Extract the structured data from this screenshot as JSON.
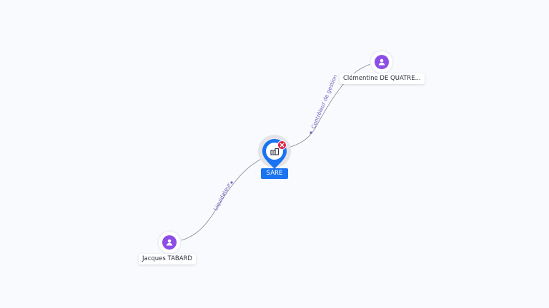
{
  "company": {
    "name": "SARE",
    "icon": "building-icon",
    "status_icon": "closed-x-icon",
    "pin_color": "#1a73f0",
    "status_color": "#e0244a"
  },
  "persons": [
    {
      "id": "p1",
      "name": "Clémentine DE QUATRE...",
      "icon": "person-icon",
      "color": "#8c4ee6"
    },
    {
      "id": "p2",
      "name": "Jacques TABARD",
      "icon": "person-icon",
      "color": "#8c4ee6"
    }
  ],
  "edges": [
    {
      "from": "p1",
      "to": "company",
      "label": "Contrôleur de gestion"
    },
    {
      "from": "p2",
      "to": "company",
      "label": "Liquidateur"
    }
  ],
  "colors": {
    "background": "#f8fafd",
    "edge_label": "#6c62c4",
    "edge_line": "#8b8b9a"
  }
}
